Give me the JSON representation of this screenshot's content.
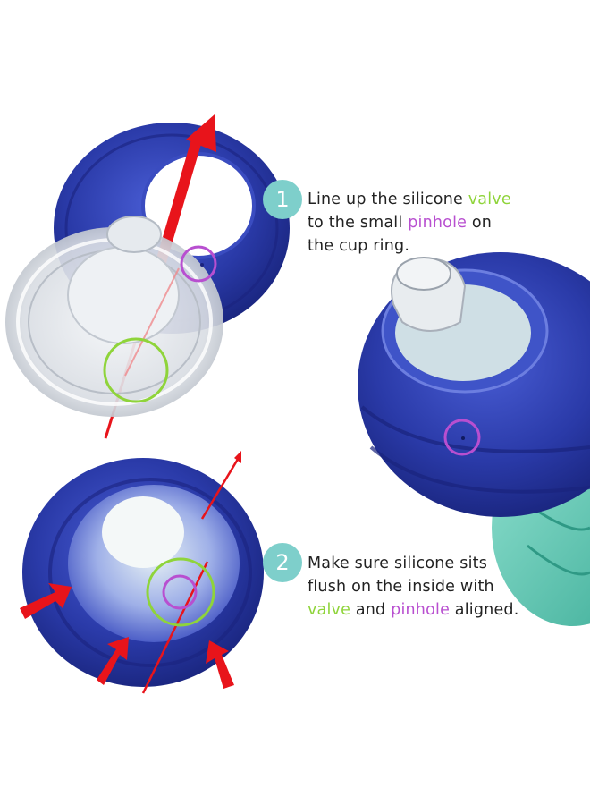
{
  "colors": {
    "ring_blue": "#2a3aa8",
    "ring_dark": "#1a237e",
    "arrow_red": "#e8141b",
    "valve_green": "#8fd43a",
    "pinhole_purple": "#b84fd0",
    "badge_teal": "#7ecfcb",
    "cup_teal": "#5fc7b4"
  },
  "steps": [
    {
      "number": "1",
      "line1_pre": "Line up the silicone ",
      "line1_valve": "valve",
      "line2_pre": "to the small ",
      "line2_pin": "pinhole",
      "line2_post": " on",
      "line3": "the cup ring."
    },
    {
      "number": "2",
      "line1": "Make sure silicone sits",
      "line2": "flush on the inside with",
      "line3_valve": "valve",
      "line3_mid": " and ",
      "line3_pin": "pinhole",
      "line3_post": " aligned."
    }
  ]
}
